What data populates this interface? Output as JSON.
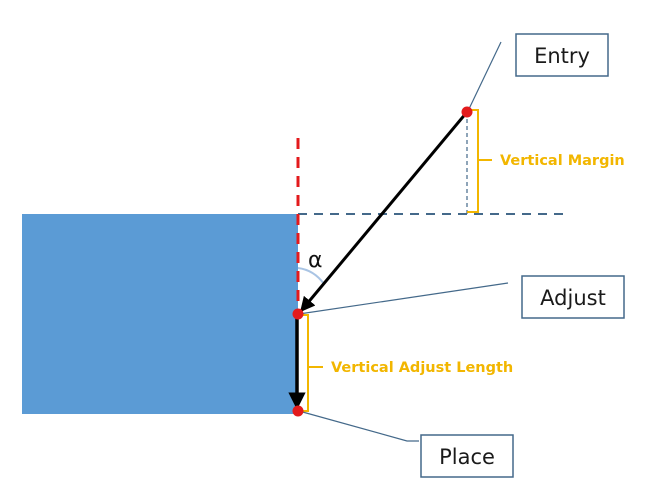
{
  "labels": {
    "entry": "Entry",
    "adjust": "Adjust",
    "place": "Place",
    "vertical_margin": "Vertical Margin",
    "vertical_adjust_length": "Vertical Adjust Length",
    "angle": "α"
  },
  "colors": {
    "block_fill": "#5b9bd5",
    "wall_dash": "#e31a1c",
    "horizon_dash": "#44698a",
    "point": "#e31a1c",
    "brace": "#f2b600",
    "measure_text": "#f2b600",
    "callout_border": "#44698a",
    "leader_line": "#44698a",
    "arrow": "#000000",
    "angle_arc": "#a9c4e4"
  },
  "icons": {
    "points": "red-dot",
    "paths": "arrow"
  }
}
